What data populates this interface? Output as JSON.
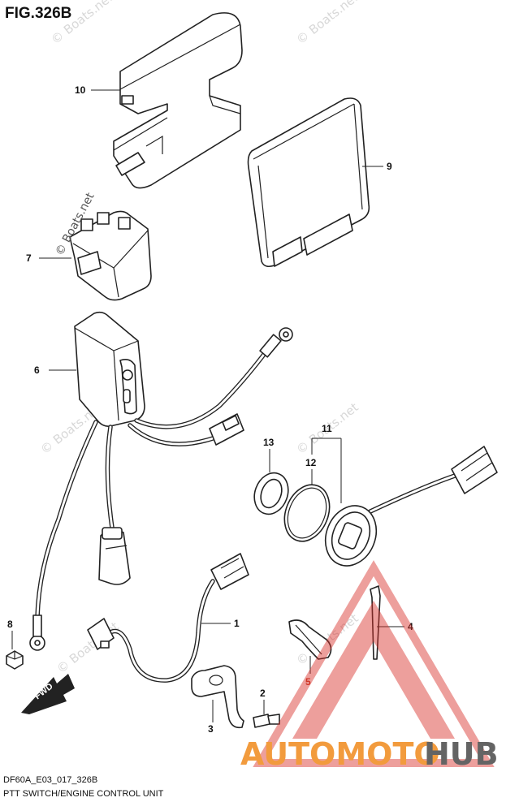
{
  "figure": {
    "title": "FIG.326B",
    "code": "DF60A_E03_017_326B",
    "caption": "PTT SWITCH/ENGINE CONTROL UNIT"
  },
  "callouts": [
    "10",
    "9",
    "7",
    "6",
    "13",
    "11",
    "12",
    "8",
    "1",
    "4",
    "5",
    "2",
    "3"
  ],
  "watermark": {
    "text": "© Boats.net",
    "color": "#d8d8d8"
  },
  "logo": {
    "part1": "AUTOMOTO",
    "part2": "HUB",
    "color_orange": "#f08a1c",
    "color_dark": "#4a4a4a",
    "color_red": "#d9322b"
  }
}
